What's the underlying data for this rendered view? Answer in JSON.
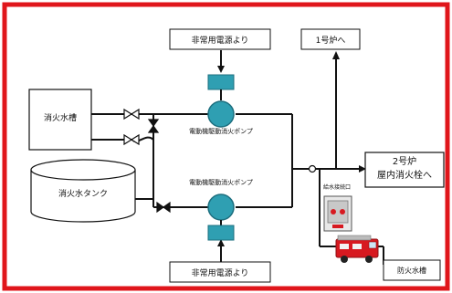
{
  "diagram": {
    "title": "",
    "colors": {
      "frame": "#e0161b",
      "line": "#111111",
      "pump": "#2f9fb2",
      "pump_dark": "#1d6f7f",
      "truck": "#d71920",
      "panel": "#c8c8c8"
    },
    "nodes": {
      "emergency_power_top": "非常用電源より",
      "emergency_power_bottom": "非常用電源より",
      "unit1": "1号炉へ",
      "fire_water_tank_box": "消火水槽",
      "fire_water_tank_cyl": "消火水タンク",
      "pump_upper": "電動機駆動消火ポンプ",
      "pump_lower": "電動機駆動消火ポンプ",
      "unit2_line1": "2号炉",
      "unit2_line2": "屋内消火栓へ",
      "water_inlet": "給水接続口",
      "fire_cistern": "防火水槽"
    },
    "icons": [
      "valve-icon",
      "check-valve-icon",
      "motor-icon",
      "pump-icon",
      "fire-truck-icon"
    ]
  }
}
